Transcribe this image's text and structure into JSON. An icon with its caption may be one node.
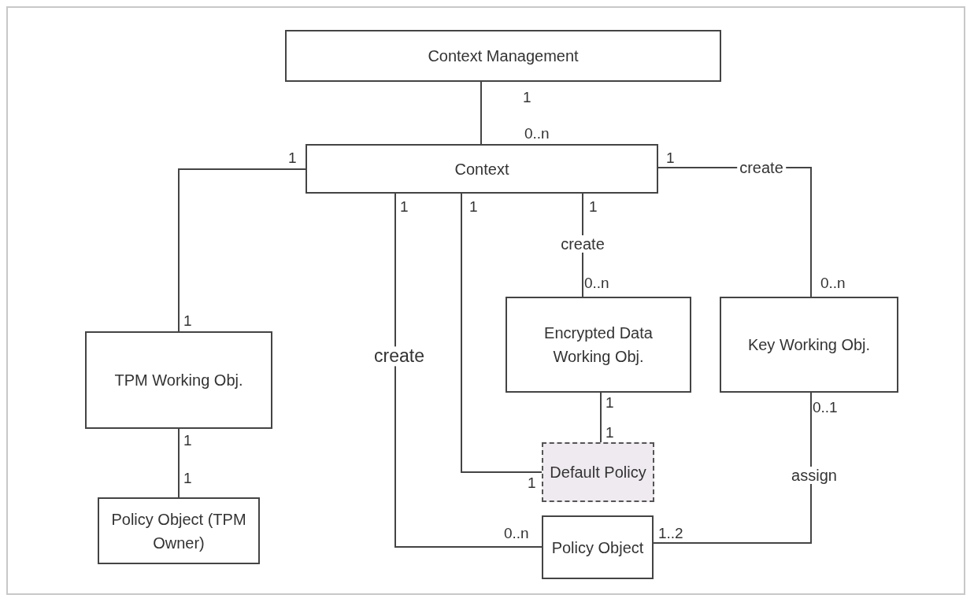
{
  "diagram": {
    "nodes": [
      {
        "text": [
          "Context Management"
        ]
      },
      {
        "text": [
          "Context"
        ]
      },
      {
        "text": [
          "TPM Working Obj."
        ]
      },
      {
        "text": [
          "Encrypted Data Working Obj."
        ]
      },
      {
        "text": [
          "Key Working Obj."
        ]
      },
      {
        "text": [
          "Default Policy"
        ]
      },
      {
        "text": [
          "Policy Object (TPM Owner)"
        ]
      },
      {
        "text": [
          "Policy Object"
        ]
      }
    ],
    "edges": [
      {
        "from": 0,
        "to": 1,
        "arrow": "none"
      },
      {
        "from": 1,
        "to": 2,
        "arrow": "none"
      },
      {
        "from": 1,
        "to": 4,
        "arrow": "none",
        "label": "create"
      },
      {
        "from": 1,
        "to": 3,
        "arrow": "none",
        "label": "create"
      },
      {
        "from": 1,
        "to": 7,
        "arrow": "none",
        "label": "create"
      },
      {
        "from": 1,
        "to": 5,
        "arrow": "none"
      },
      {
        "from": 3,
        "to": 5,
        "arrow": "none"
      },
      {
        "from": 2,
        "to": 6,
        "arrow": "none"
      },
      {
        "from": 4,
        "to": 7,
        "arrow": "none",
        "label": "assign"
      }
    ],
    "labels": [
      "1",
      "0..n",
      "1",
      "1",
      "1",
      "1",
      "1",
      "0..n",
      "0..n",
      "1",
      "1",
      "0..1",
      "1",
      "1",
      "1",
      "1",
      "0..n",
      "1..2"
    ]
  }
}
